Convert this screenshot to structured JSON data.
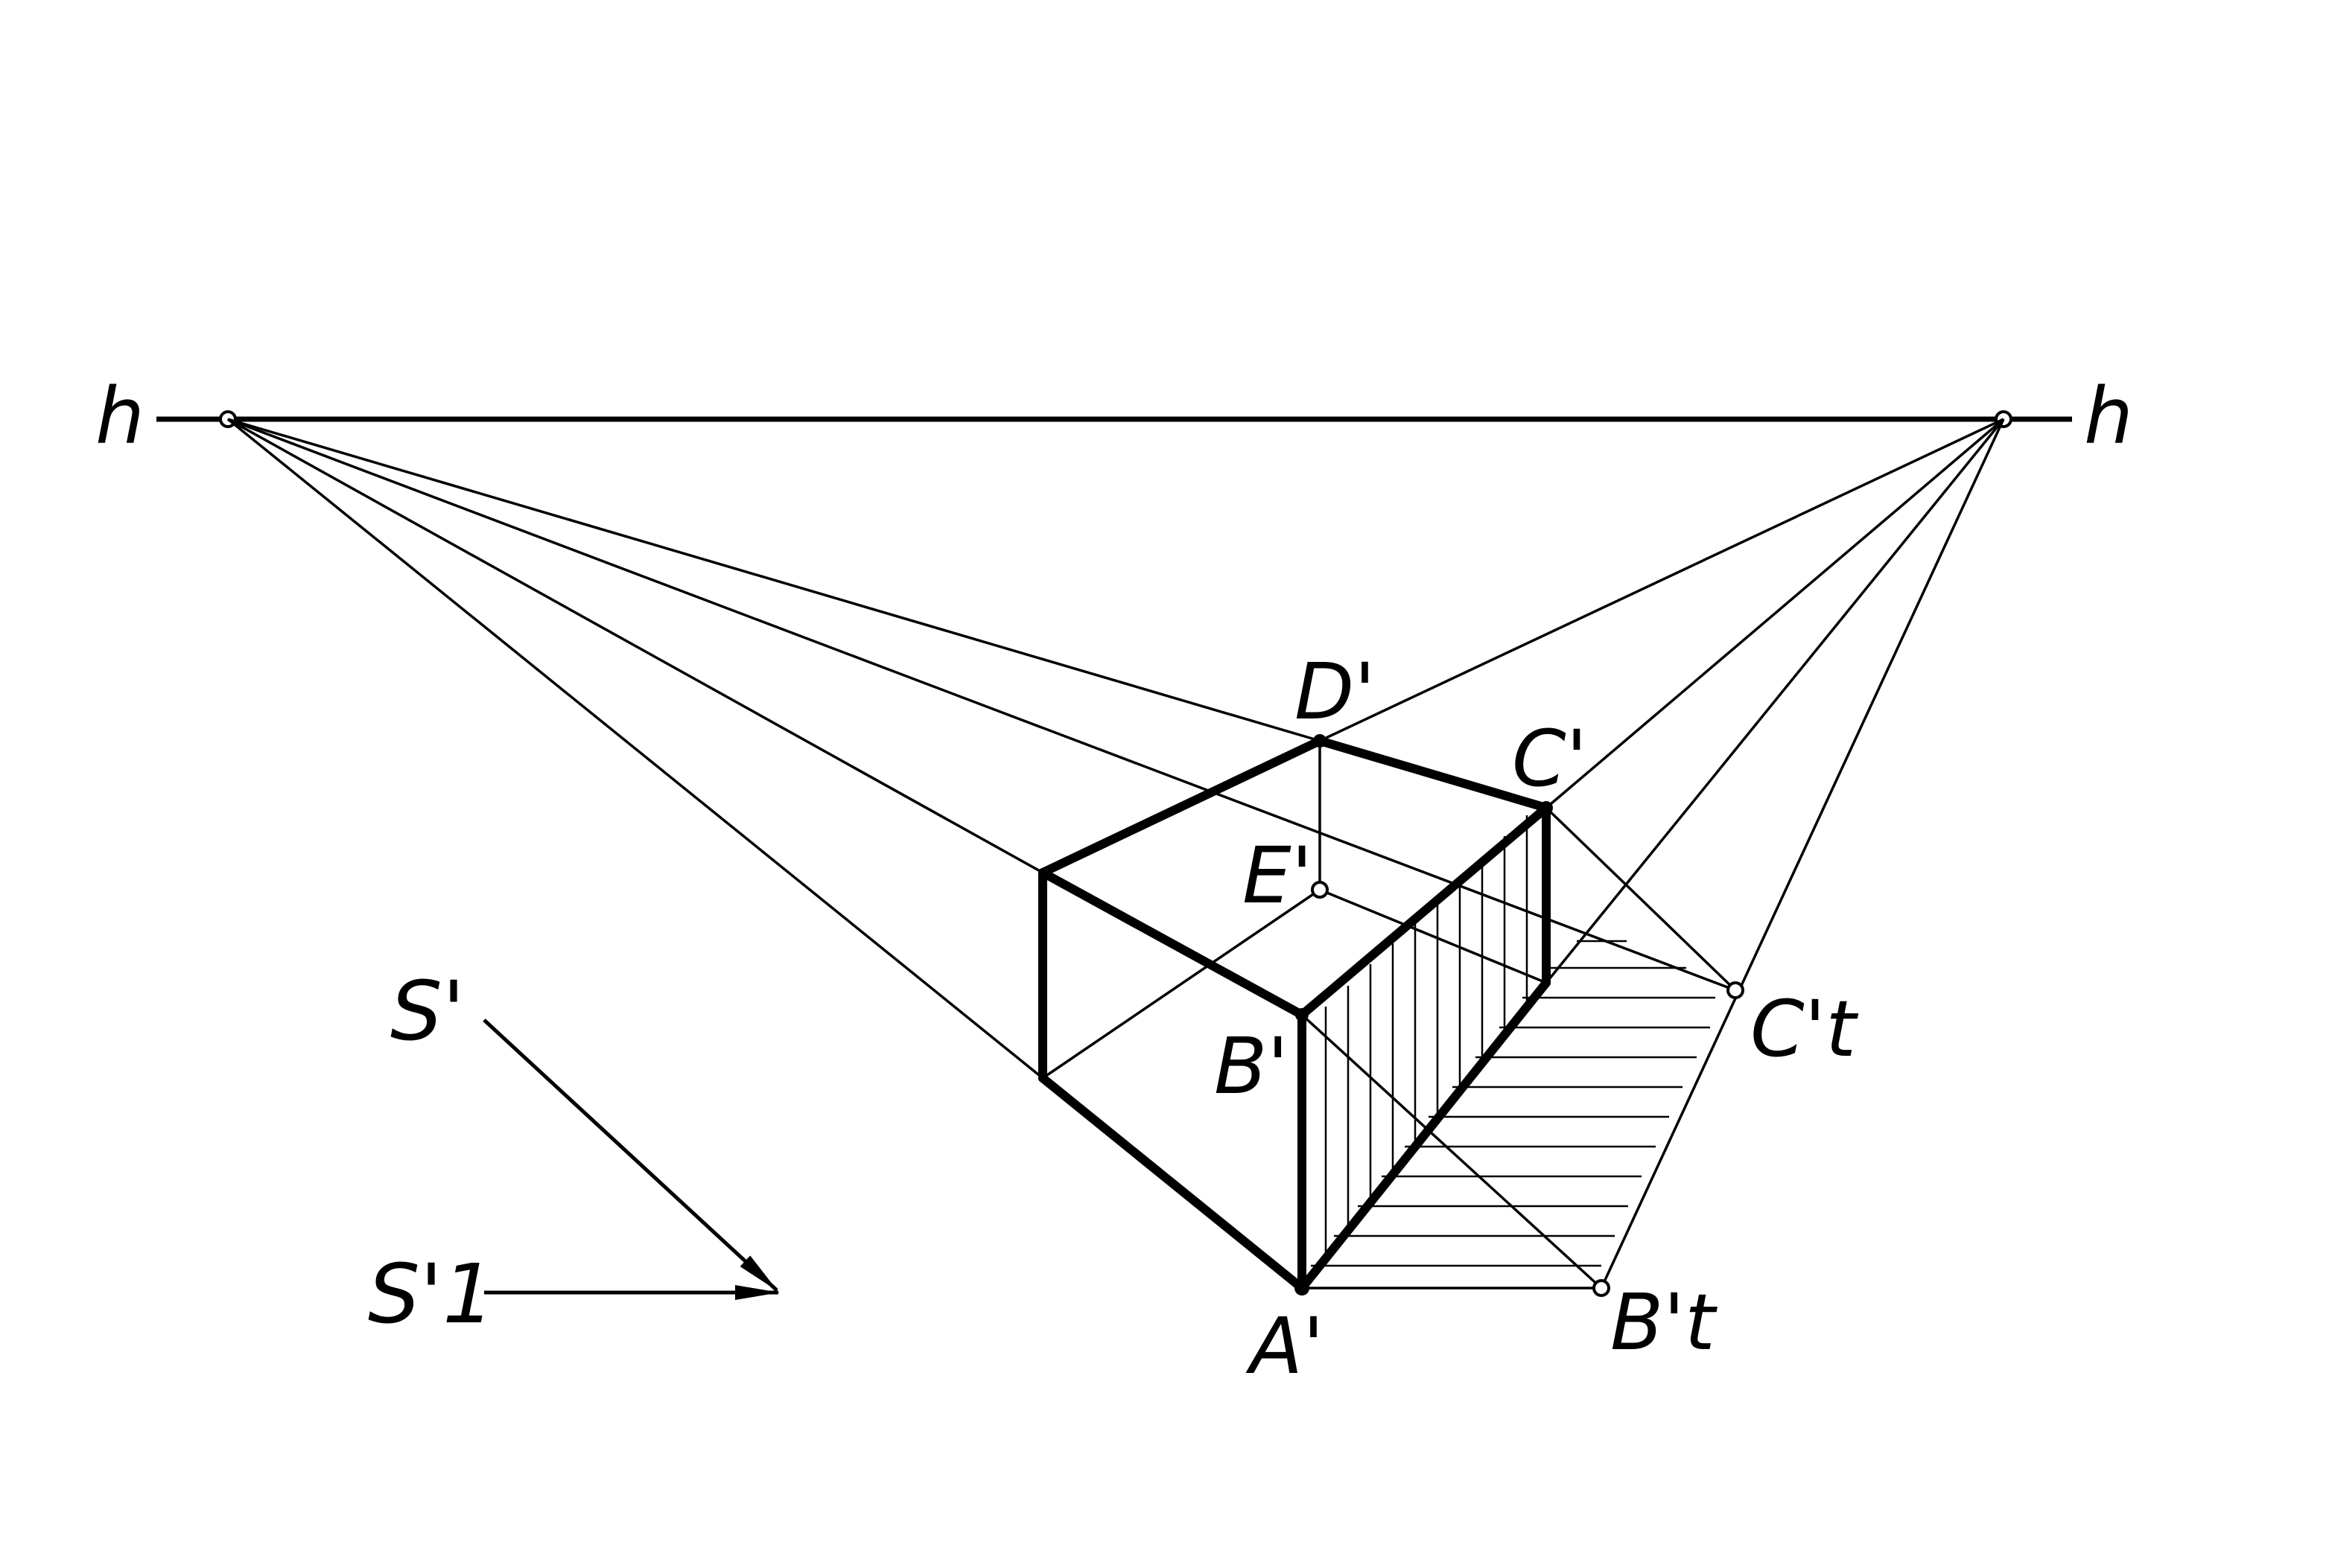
{
  "horizon": {
    "label_left": "h",
    "label_right": "h"
  },
  "points": {
    "D": "D'",
    "C": "C'",
    "E": "E'",
    "B": "B'",
    "A": "A'",
    "Ct": "C't",
    "Bt": "B't"
  },
  "arrows": {
    "s_prime": "S'",
    "s_prime_1": "S'1"
  },
  "colors": {
    "ink": "#000000",
    "background": "#ffffff"
  }
}
